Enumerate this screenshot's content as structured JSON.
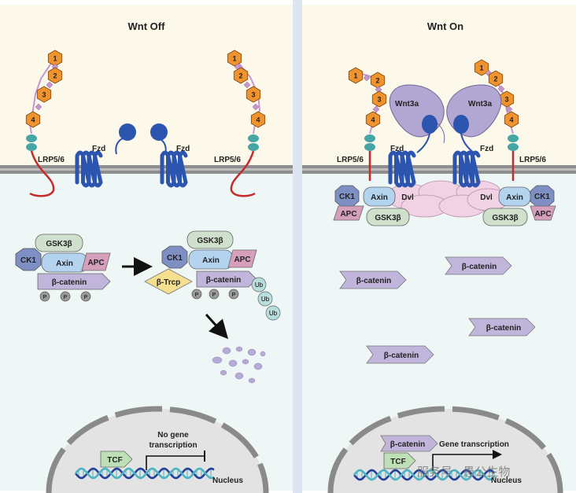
{
  "panels": {
    "left": {
      "title": "Wnt Off",
      "lrp_left": "LRP5/6",
      "lrp_right": "LRP5/6",
      "fzd_left": "Fzd",
      "fzd_right": "Fzd",
      "complex": {
        "gsk": "GSK3β",
        "ck1": "CK1",
        "axin": "Axin",
        "apc": "APC",
        "bcat": "β-catenin",
        "p": "P"
      },
      "complex2": {
        "gsk": "GSK3β",
        "ck1": "CK1",
        "axin": "Axin",
        "apc": "APC",
        "btrcp": "β-Trcp",
        "bcat": "β-catenin",
        "p": "P",
        "ub": "Ub"
      },
      "tcf": "TCF",
      "no_gene_line1": "No gene",
      "no_gene_line2": "transcription",
      "nucleus": "Nucleus"
    },
    "right": {
      "title": "Wnt On",
      "lrp_left": "LRP5/6",
      "lrp_right": "LRP5/6",
      "fzd_left": "Fzd",
      "fzd_right": "Fzd",
      "wnt_left": "Wnt3a",
      "wnt_right": "Wnt3a",
      "dvl": "Dvl",
      "ck1": "CK1",
      "axin": "Axin",
      "apc": "APC",
      "gsk": "GSK3β",
      "bcat": "β-catenin",
      "tcf": "TCF",
      "gene": "Gene transcription",
      "nucleus": "Nucleus"
    }
  },
  "ligand_numbers": [
    "1",
    "2",
    "3",
    "4"
  ],
  "watermark": "服务号 · 愚公生物",
  "colors": {
    "extracellular": "#fcf8ea",
    "cytoplasm": "#eef6f6",
    "membrane": "#8e8e8e",
    "fzd": "#2c55b0",
    "ligand": "#f1932d",
    "linker": "#c696cf",
    "lrp_tail": "#c62b2b",
    "teal": "#46a6a6",
    "ck1": "#7e8fc4",
    "gsk": "#cfe0cc",
    "axin": "#b3d3ef",
    "apc": "#d6a0bd",
    "bcat": "#c1b5dc",
    "btrcp": "#f6e08f",
    "ub": "#b7dedc",
    "wnt3a": "#b2a6d3",
    "dvl": "#f1d2e4",
    "nucleus": "#e3e3e3",
    "nuclear_envelope": "#8a8a8a",
    "dna_blue": "#243f9a",
    "dna_teal": "#4bb3c2",
    "tcf": "#bfe0b6",
    "divider": "#dde6f0"
  }
}
